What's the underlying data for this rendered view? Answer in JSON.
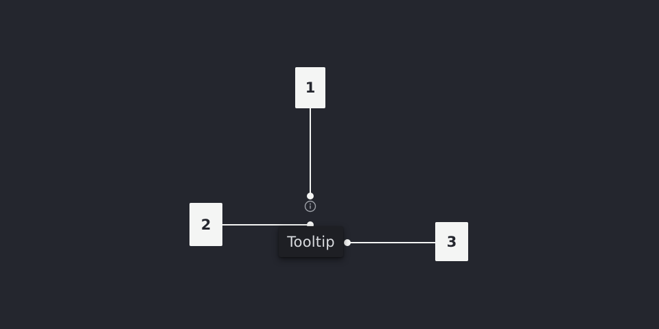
{
  "colors": {
    "background": "#24262e",
    "marker_fill": "#f4f5f4",
    "marker_text": "#24262e",
    "connector": "#f4f5f4",
    "tooltip_fill": "#1e1f24",
    "tooltip_text": "#d8dade",
    "icon": "#9ea1a8"
  },
  "markers": [
    {
      "label": "1"
    },
    {
      "label": "2"
    },
    {
      "label": "3"
    }
  ],
  "trigger": {
    "icon": "info-icon"
  },
  "tooltip": {
    "text": "Tooltip"
  }
}
